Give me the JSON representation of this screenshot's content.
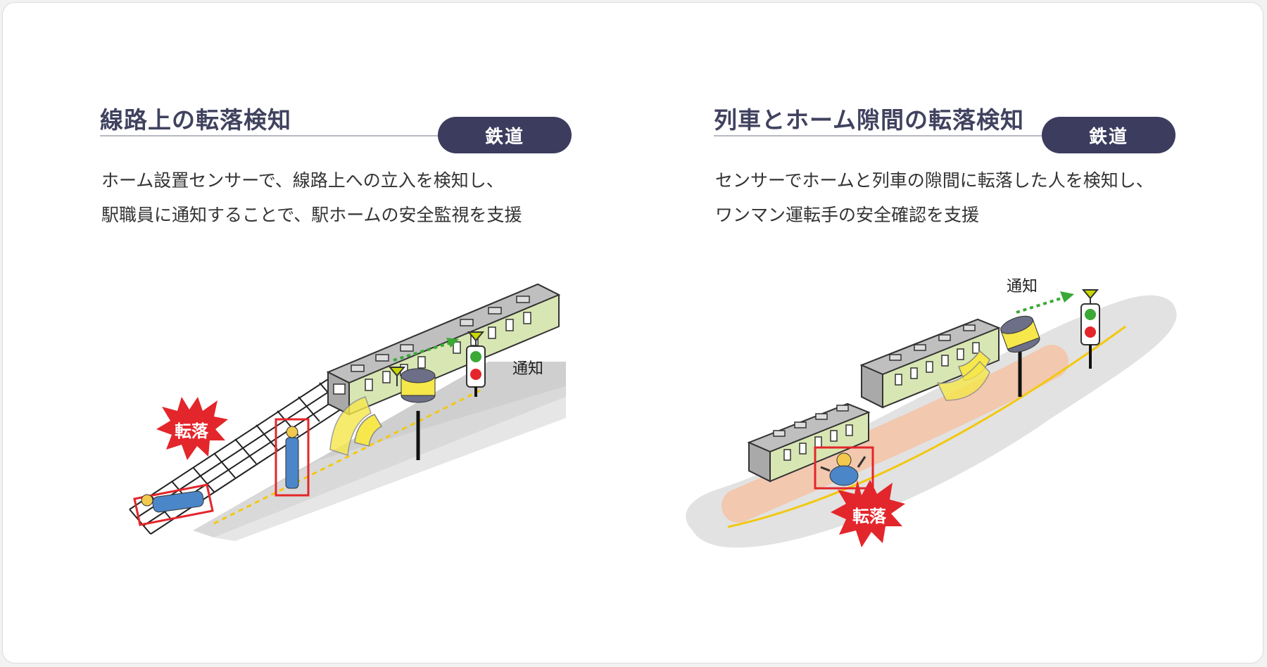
{
  "panels": [
    {
      "title": "線路上の転落検知",
      "badge": "鉄道",
      "description": [
        "ホーム設置センサーで、線路上への立入を検知し、",
        "駅職員に通知することで、駅ホームの安全監視を支援"
      ],
      "fall_label": "転落",
      "notify_label": "通知"
    },
    {
      "title": "列車とホーム隙間の転落検知",
      "badge": "鉄道",
      "description": [
        "センサーでホームと列車の隙間に転落した人を検知し、",
        "ワンマン運転手の安全確認を支援"
      ],
      "fall_label": "転落",
      "notify_label": "通知"
    }
  ],
  "colors": {
    "title": "#40425f",
    "badge_bg": "#3b3c5e",
    "alert_red": "#e3262b",
    "notify_green": "#3aa935",
    "sensor_yellow": "#f6e74b",
    "train_green": "#d8e6b3",
    "platform_gray": "#d9d9d9",
    "gap_orange": "#f4c5aa"
  }
}
